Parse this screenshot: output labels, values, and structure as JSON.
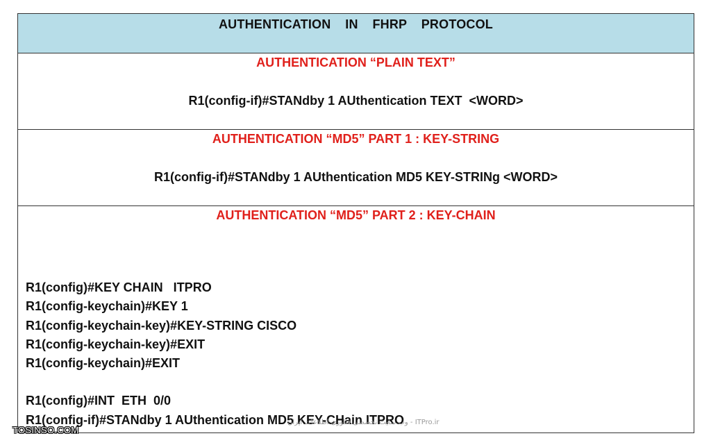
{
  "header": {
    "title": "AUTHENTICATION    IN    FHRP    PROTOCOL"
  },
  "sections": [
    {
      "title": "AUTHENTICATION “PLAIN TEXT”",
      "command": "R1(config-if)#STANdby 1 AUthentication TEXT  <WORD>"
    },
    {
      "title": "AUTHENTICATION “MD5” PART 1 : KEY-STRING",
      "command": "R1(config-if)#STANdby 1 AUthentication MD5 KEY-STRINg <WORD>"
    },
    {
      "title": "AUTHENTICATION “MD5” PART 2 : KEY-CHAIN",
      "commands": [
        "R1(config)#KEY CHAIN   ITPRO",
        "R1(config-keychain)#KEY 1",
        "R1(config-keychain-key)#KEY-STRING CISCO",
        "R1(config-keychain-key)#EXIT",
        "R1(config-keychain)#EXIT",
        "R1(config)#INT  ETH  0/0",
        "R1(config-if)#STANdby 1 AUthentication MD5 KEY-CHain ITPRO"
      ]
    }
  ],
  "watermark": {
    "persian": "ITPro.ir - وب سایت تخصصی فناوری اطلاعات ایران",
    "site": "TOSINSO.COM"
  }
}
